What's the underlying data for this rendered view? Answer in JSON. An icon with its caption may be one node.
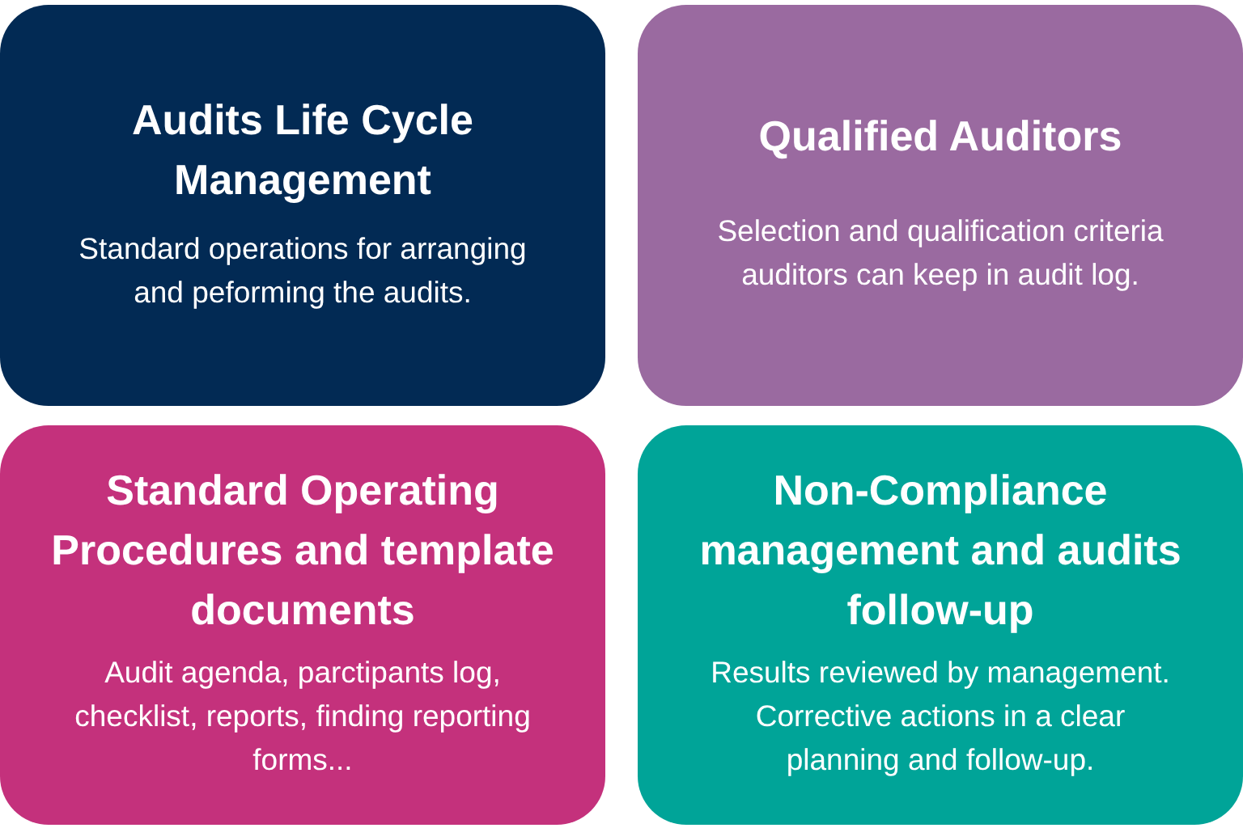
{
  "diagram": {
    "nodes": [
      {
        "text": [
          "Audits Life Cycle Management",
          "Standard operations for arranging and peforming the audits."
        ]
      },
      {
        "text": [
          "Qualified Auditors",
          "Selection and qualification criteria auditors can keep in audit log."
        ]
      },
      {
        "text": [
          "Standard Operating Procedures and template documents",
          "Audit agenda, parctipants log, checklist, reports, finding reporting forms..."
        ]
      },
      {
        "text": [
          "Non-Compliance management and audits follow-up",
          "Results reviewed by management. Corrective actions in a clear planning and follow-up."
        ]
      }
    ]
  }
}
